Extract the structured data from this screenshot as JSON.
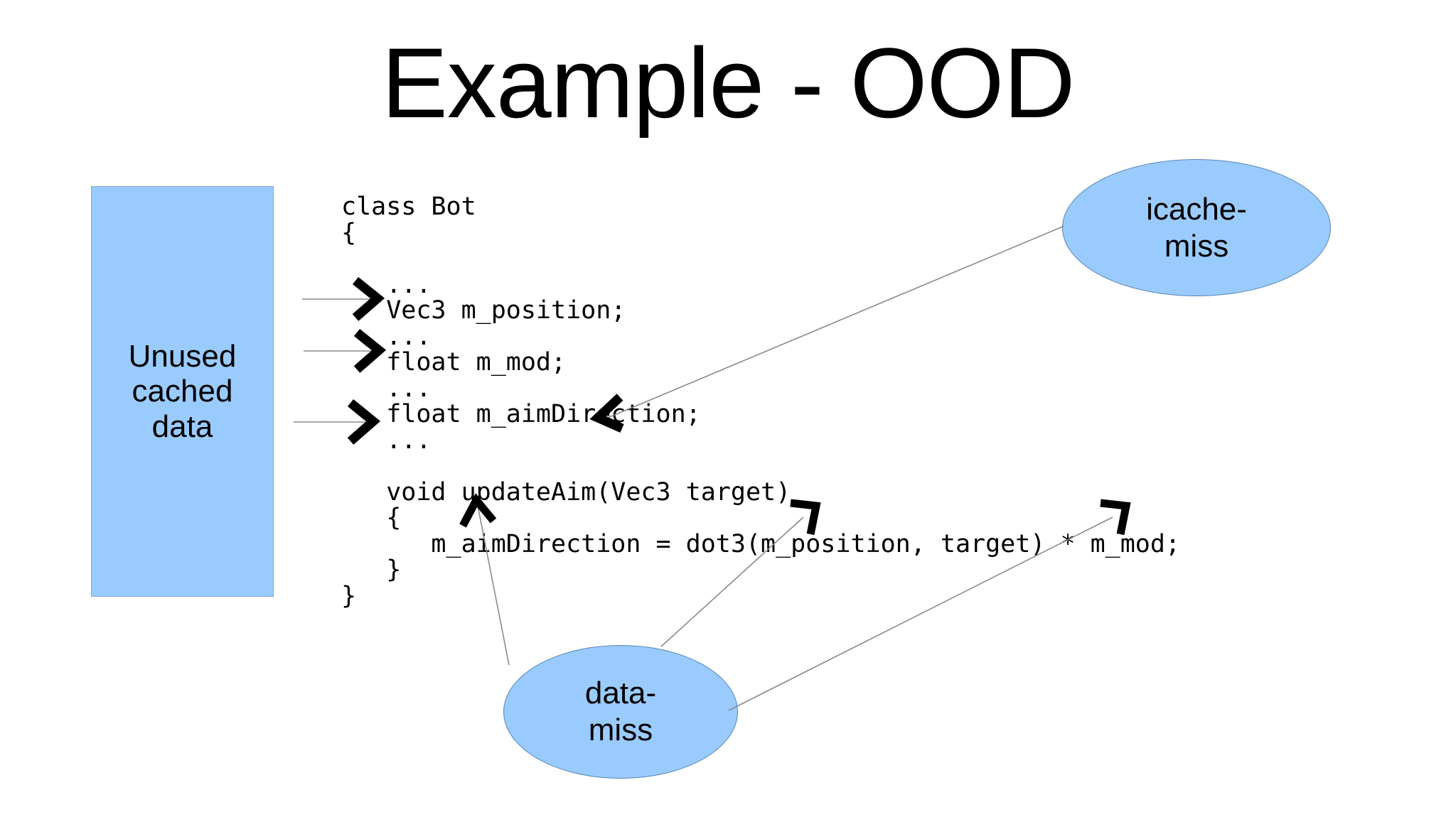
{
  "slide": {
    "title": "Example - OOD",
    "background_color": "#ffffff"
  },
  "colors": {
    "shape_fill": "#9ACBFF",
    "box_border": "#7FA9D8",
    "ellipse_border": "#5585B5",
    "connector_line": "#8a8a8a",
    "arrow_head": "#000000",
    "text": "#000000"
  },
  "shapes": {
    "unused_box": {
      "label": "Unused\ncached\ndata",
      "fill": "#9ACBFF"
    },
    "icache_miss_bubble": {
      "label": "icache-\nmiss",
      "fill": "#9ACBFF"
    },
    "data_miss_bubble": {
      "label": "data-\nmiss",
      "fill": "#9ACBFF"
    }
  },
  "code": {
    "language": "cpp",
    "lines": [
      "class Bot",
      "{",
      "",
      "   ...",
      "   Vec3 m_position;",
      "   ...",
      "   float m_mod;",
      "   ...",
      "   float m_aimDirection;",
      "   ...",
      "",
      "   void updateAim(Vec3 target)",
      "   {",
      "      m_aimDirection = dot3(m_position, target) * m_mod;",
      "   }",
      "}"
    ],
    "text": "class Bot\n{\n\n   ...\n   Vec3 m_position;\n   ...\n   float m_mod;\n   ...\n   float m_aimDirection;\n   ...\n\n   void updateAim(Vec3 target)\n   {\n      m_aimDirection = dot3(m_position, target) * m_mod;\n   }\n}"
  },
  "connectors": [
    {
      "name": "unused-to-m-mod",
      "from": "unused-cached-data-box",
      "to": "float m_mod;",
      "style": "thin-line-with-chevron-arrowhead"
    },
    {
      "name": "unused-to-m-aimdirection",
      "from": "unused-cached-data-box",
      "to": "float m_aimDirection;",
      "style": "thin-line-with-chevron-arrowhead"
    },
    {
      "name": "unused-to-updateaim",
      "from": "unused-cached-data-box",
      "to": "void updateAim(Vec3 target)",
      "style": "thin-line-with-chevron-arrowhead"
    },
    {
      "name": "icache-miss-to-updateaim",
      "from": "icache-miss-bubble",
      "to": "void updateAim(Vec3 target)",
      "style": "thin-line-with-chevron-arrowhead"
    },
    {
      "name": "data-miss-to-m-aimdirection-assignment",
      "from": "data-miss-bubble",
      "to": "m_aimDirection",
      "style": "thin-line-with-chevron-arrowhead"
    },
    {
      "name": "data-miss-to-m-position",
      "from": "data-miss-bubble",
      "to": "m_position",
      "style": "thin-line-with-chevron-arrowhead"
    },
    {
      "name": "data-miss-to-m-mod-usage",
      "from": "data-miss-bubble",
      "to": "m_mod",
      "style": "thin-line-with-chevron-arrowhead"
    }
  ]
}
